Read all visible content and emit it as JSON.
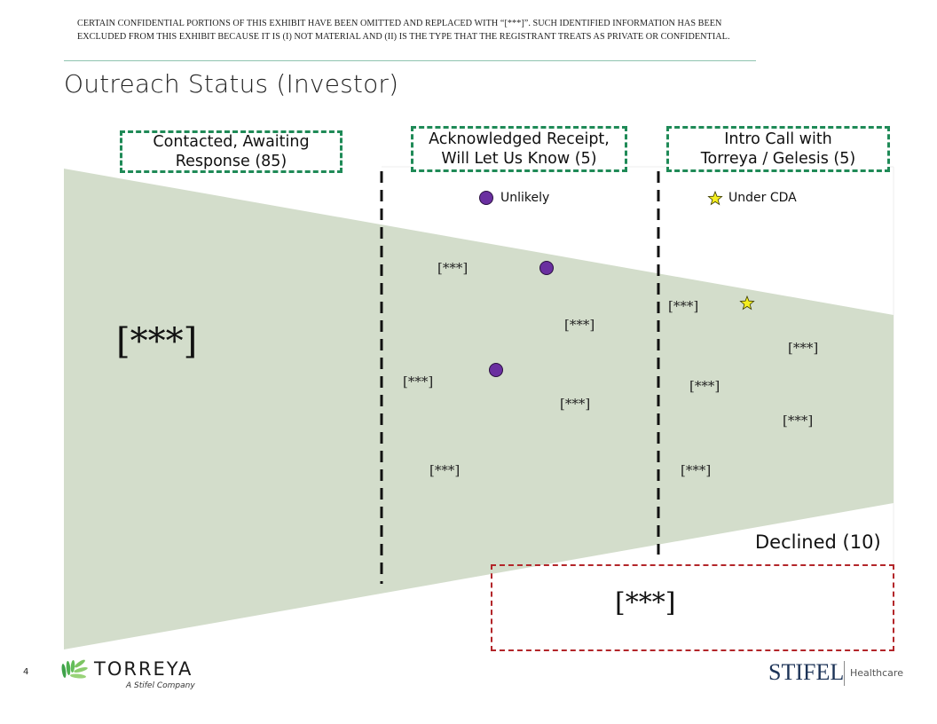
{
  "disclaimer": {
    "line1": "CERTAIN CONFIDENTIAL PORTIONS OF THIS EXHIBIT HAVE BEEN OMITTED AND REPLACED WITH “[***]”. SUCH IDENTIFIED INFORMATION HAS BEEN",
    "line2": "EXCLUDED FROM THIS EXHIBIT BECAUSE IT IS (I) NOT MATERIAL AND (II) IS THE TYPE THAT THE REGISTRANT TREATS AS PRIVATE OR CONFIDENTIAL."
  },
  "title": "Outreach Status (Investor)",
  "stages": [
    {
      "line1": "Contacted, Awaiting",
      "line2": "Response (85)",
      "count": 85
    },
    {
      "line1": "Acknowledged Receipt,",
      "line2": "Will Let Us Know (5)",
      "count": 5
    },
    {
      "line1": "Intro Call with",
      "line2": "Torreya / Gelesis (5)",
      "count": 5
    }
  ],
  "legend": {
    "unlikely": {
      "label": "Unlikely",
      "icon": "purple-circle-icon",
      "color": "#6a2fa0"
    },
    "under_cda": {
      "label": "Under CDA",
      "icon": "yellow-star-icon",
      "color": "#f5ee1f"
    }
  },
  "redaction": "[***]",
  "stage1_content": "[***]",
  "stage2_items": [
    "[***]",
    "[***]",
    "[***]",
    "[***]",
    "[***]"
  ],
  "stage3_items": [
    "[***]",
    "[***]",
    "[***]",
    "[***]",
    "[***]"
  ],
  "declined": {
    "label": "Declined (10)",
    "count": 10,
    "content": "[***]"
  },
  "colors": {
    "funnel": "#d3ddcb",
    "stage_border": "#1f8a57",
    "declined_border": "#b3262a",
    "rule": "#8fc4b0"
  },
  "footer": {
    "page_number": "4",
    "torreya": {
      "name": "TORREYA",
      "tagline": "A Stifel Company"
    },
    "stifel": {
      "name": "STIFEL",
      "division": "Healthcare"
    }
  }
}
